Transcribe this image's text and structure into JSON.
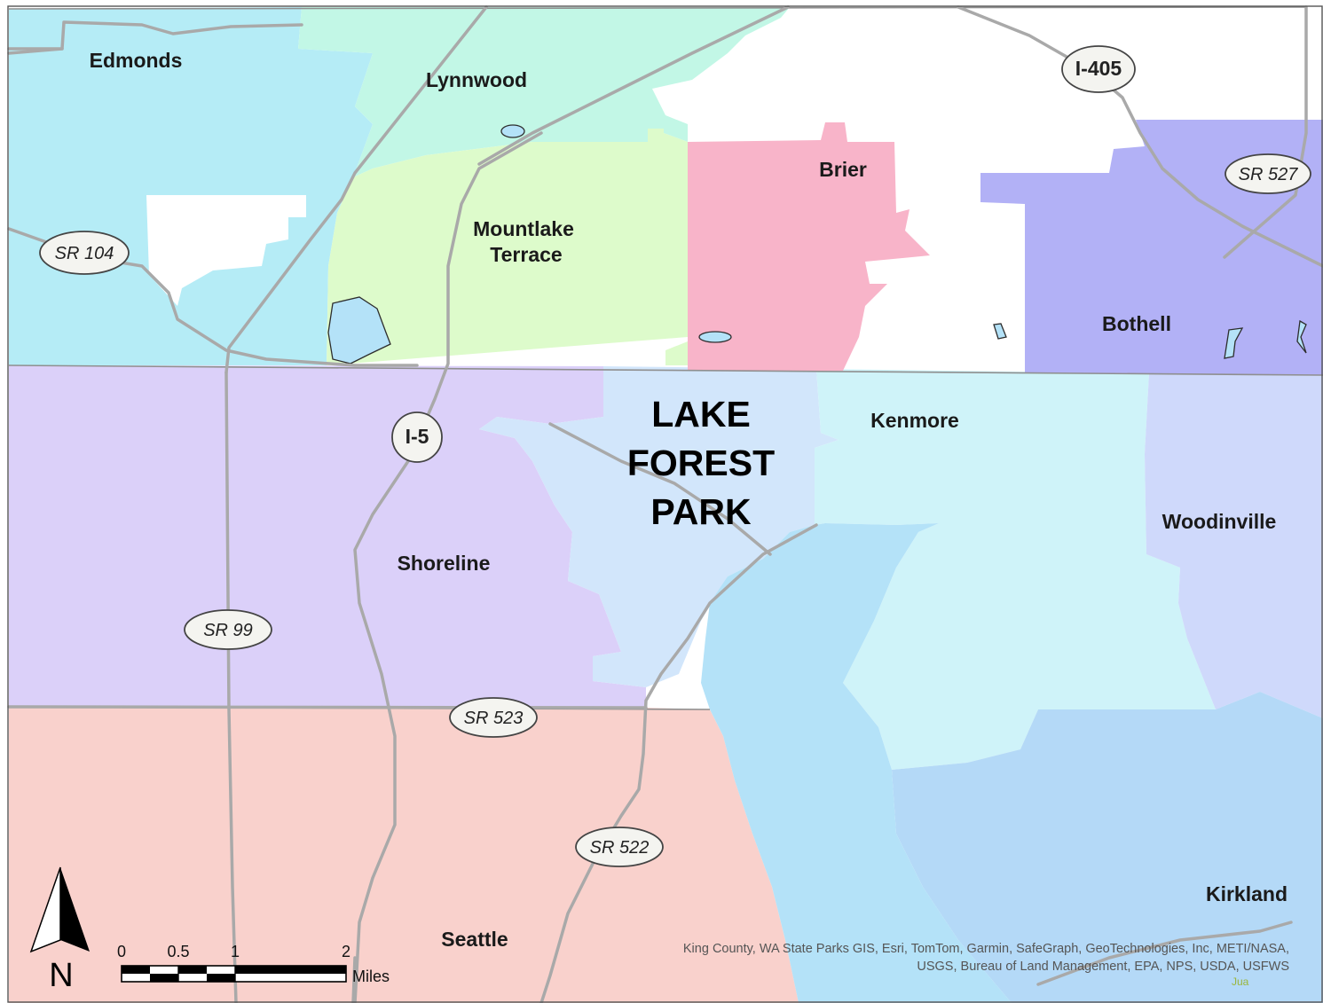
{
  "map": {
    "colors": {
      "edmonds": "#b5ecf6",
      "lynnwood": "#c2f7e6",
      "mountlake_terrace": "#ddfbcb",
      "brier": "#f8b4c9",
      "bothell": "#b2b1f6",
      "lake_forest_park": "#d2e6fb",
      "shoreline": "#dbd0f9",
      "kenmore": "#cff3f9",
      "woodinville": "#cfd9fb",
      "seattle": "#f9d1cc",
      "kirkland": "#b4d9f7",
      "lake": "#b4e2f8",
      "unincorporated": "#ffffff",
      "roads": "#a9a9a9"
    },
    "cities": [
      {
        "id": "edmonds",
        "label": "Edmonds"
      },
      {
        "id": "lynnwood",
        "label": "Lynnwood"
      },
      {
        "id": "mountlake-terrace",
        "label_line1": "Mountlake",
        "label_line2": "Terrace"
      },
      {
        "id": "brier",
        "label": "Brier"
      },
      {
        "id": "bothell",
        "label": "Bothell"
      },
      {
        "id": "kenmore",
        "label": "Kenmore"
      },
      {
        "id": "woodinville",
        "label": "Woodinville"
      },
      {
        "id": "shoreline",
        "label": "Shoreline"
      },
      {
        "id": "seattle",
        "label": "Seattle"
      },
      {
        "id": "kirkland",
        "label": "Kirkland"
      }
    ],
    "focus_city": {
      "line1": "LAKE",
      "line2": "FOREST",
      "line3": "PARK"
    },
    "highways": [
      {
        "id": "i-405",
        "label": "I-405"
      },
      {
        "id": "sr-527",
        "label": "SR 527"
      },
      {
        "id": "sr-104",
        "label": "SR 104"
      },
      {
        "id": "i-5",
        "label": "I-5"
      },
      {
        "id": "sr-99",
        "label": "SR 99"
      },
      {
        "id": "sr-523",
        "label": "SR 523"
      },
      {
        "id": "sr-522",
        "label": "SR 522"
      }
    ],
    "scale_bar": {
      "ticks": [
        "0",
        "0.5",
        "1",
        "2"
      ],
      "unit": "Miles"
    },
    "north_arrow": {
      "label": "N"
    },
    "attribution": {
      "line1": "King County, WA State Parks GIS, Esri, TomTom, Garmin, SafeGraph, GeoTechnologies, Inc, METI/NASA,",
      "line2": "USGS, Bureau of Land Management, EPA, NPS, USDA, USFWS",
      "fragment": "Jua"
    }
  }
}
